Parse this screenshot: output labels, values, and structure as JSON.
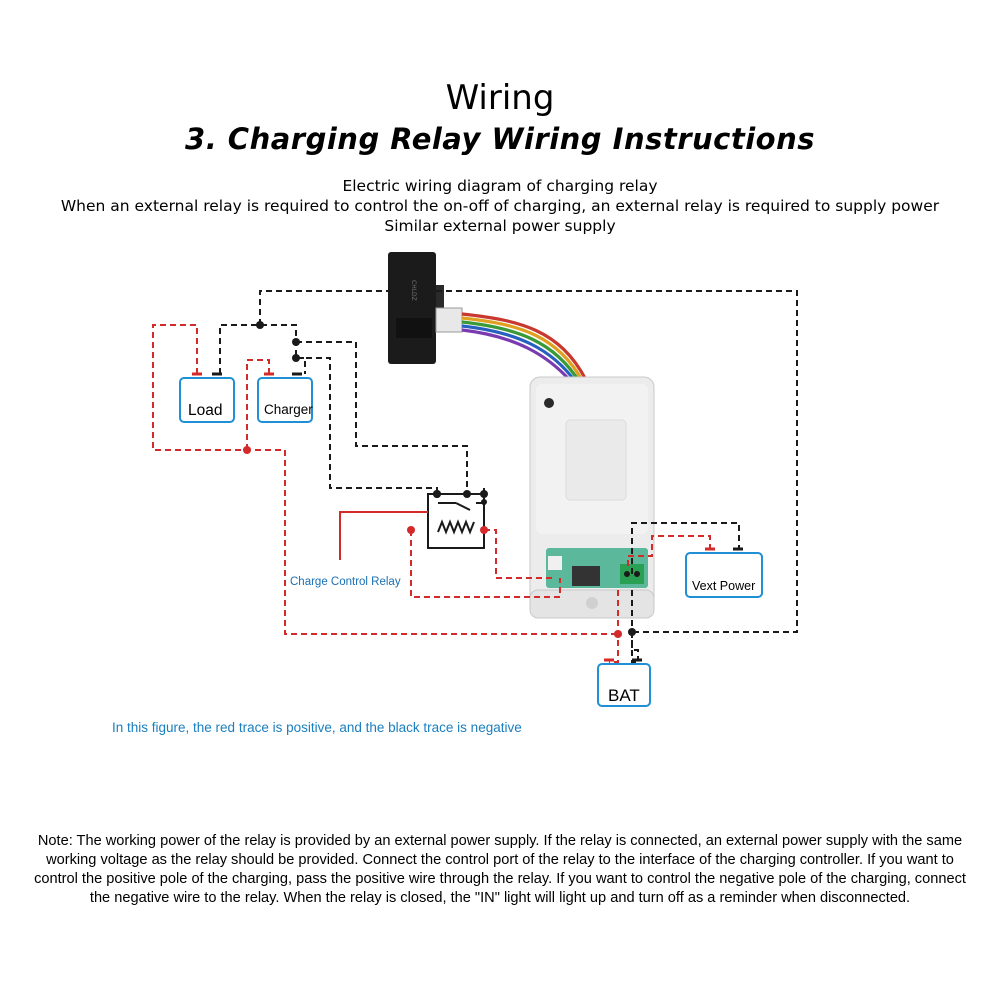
{
  "header": {
    "title": "Wiring",
    "subtitle": "3. Charging Relay Wiring Instructions"
  },
  "description": {
    "line1": "Electric wiring diagram of charging relay",
    "line2": "When an external relay is required to control the on-off of charging, an external relay is required to supply power",
    "line3": "Similar external power supply"
  },
  "diagram": {
    "load_label": "Load",
    "charger_label": "Charger",
    "vext_label": "Vext Power",
    "bat_label": "BAT",
    "relay_label": "Charge Control Relay",
    "colors": {
      "positive": "#d42a2a",
      "negative": "#1a1a1a",
      "box": "#1f8fd6",
      "legend": "#1a7fbf"
    }
  },
  "legend": "In this figure, the red trace is positive, and the black trace is negative",
  "note": "Note: The working power of the relay is provided by an external power supply. If the relay is connected, an external power supply with the same working voltage as the relay should be provided. Connect the control port of the relay to the interface of the charging controller. If you want to control the positive pole of the charging, pass the positive wire through the relay. If you want to control the negative pole of the charging, connect the negative wire to the relay. When the relay is closed, the \"IN\" light will light up and turn off as a reminder when disconnected."
}
